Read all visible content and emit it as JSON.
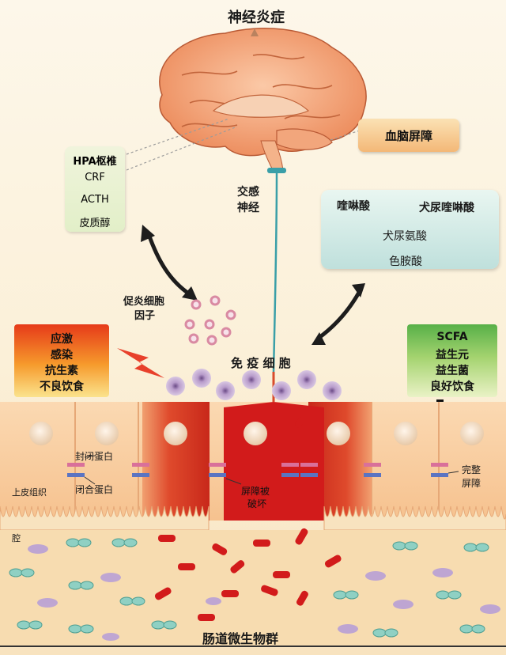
{
  "title": "神经炎症",
  "blood_brain_barrier": "血脑屏障",
  "hpa_axis": {
    "title": "HPA枢椎",
    "items": [
      "CRF",
      "ACTH",
      "皮质醇"
    ]
  },
  "sympathetic_nerve": [
    "交感",
    "神经"
  ],
  "kynurenine": {
    "quinolinic": "喹啉酸",
    "kynurenic": "犬尿喹啉酸",
    "kynurenine": "犬尿氨酸",
    "tryptophan": "色胺酸"
  },
  "cytokines": [
    "促炎细胞",
    "因子"
  ],
  "immune_cells": "免 疫 细 胞",
  "stressors": [
    "应激",
    "感染",
    "抗生素",
    "不良饮食"
  ],
  "protective": [
    "SCFA",
    "益生元",
    "益生菌",
    "良好饮食"
  ],
  "tight_junction": "封闭蛋白",
  "occludin": "闭合蛋白",
  "epithelium": "上皮组织",
  "barrier_broken": [
    "屏障被",
    "破坏"
  ],
  "intact_barrier": [
    "完整",
    "屏障"
  ],
  "lumen": "腔",
  "microbiota": "肠道微生物群",
  "colors": {
    "brain": "#f19a6e",
    "cell": "#f6c99a",
    "damaged_cell": "#d21b1b",
    "immune": "#cdb3d6"
  }
}
